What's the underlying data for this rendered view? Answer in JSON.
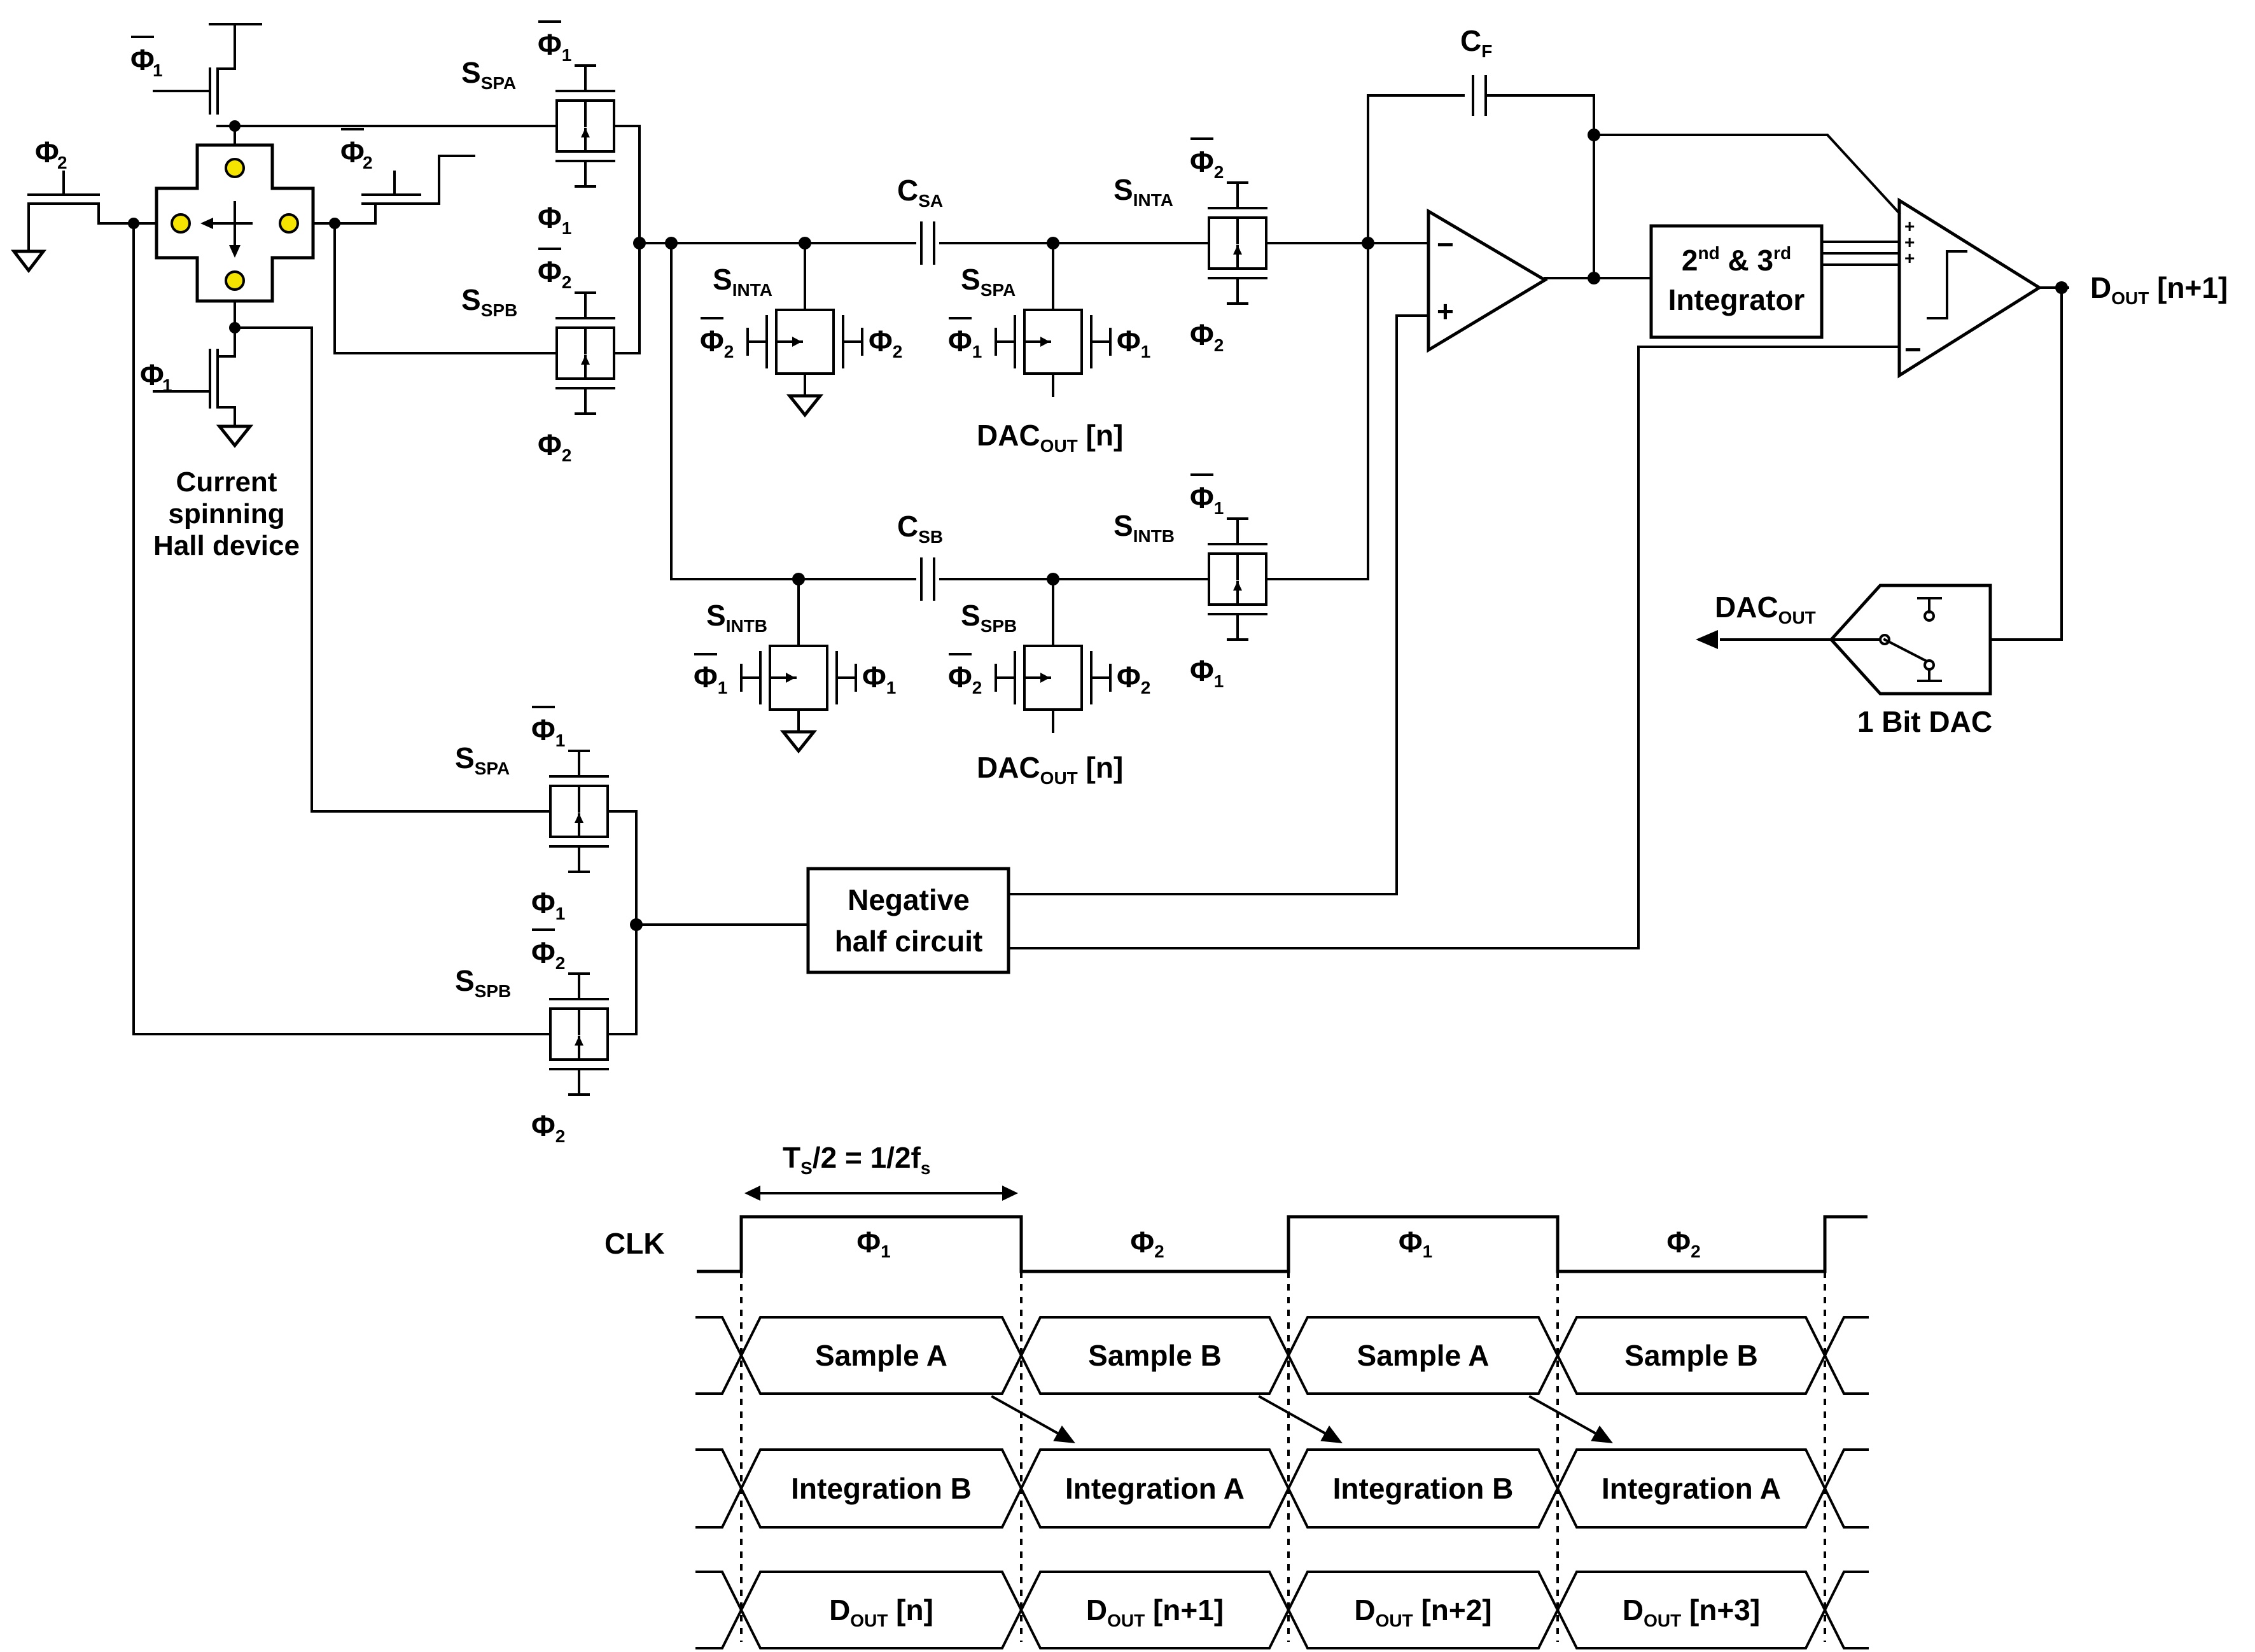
{
  "schematic": {
    "hall_label": [
      "Current",
      "spinning",
      "Hall device"
    ],
    "cap_sa": {
      "main": "C",
      "sub": "SA"
    },
    "cap_sb": {
      "main": "C",
      "sub": "SB"
    },
    "cap_f": {
      "main": "C",
      "sub": "F"
    },
    "sw_spa": {
      "main": "S",
      "sub": "SPA"
    },
    "sw_spb": {
      "main": "S",
      "sub": "SPB"
    },
    "sw_inta": {
      "main": "S",
      "sub": "INTA"
    },
    "sw_intb": {
      "main": "S",
      "sub": "INTB"
    },
    "phi1": {
      "main": "Φ",
      "sub": "1"
    },
    "phi2": {
      "main": "Φ",
      "sub": "2"
    },
    "dacout_n": {
      "main": "DAC",
      "sub": "OUT",
      "tail": " [n]"
    },
    "dacout": {
      "main": "DAC",
      "sub": "OUT"
    },
    "dout_next": {
      "main": "D",
      "sub": "OUT",
      "tail": " [n+1]"
    },
    "integrator": {
      "line1_a": "2",
      "line1_sup_a": "nd",
      "line1_b": " & 3",
      "line1_sup_b": "rd",
      "line2": "Integrator"
    },
    "negative_half": [
      "Negative",
      "half circuit"
    ],
    "one_bit_dac": "1 Bit DAC",
    "opamp_minus": "−",
    "opamp_plus": "+",
    "comp_plus": "+",
    "comp_minus": "−"
  },
  "timing": {
    "period_formula": {
      "ts": "T",
      "ts_sub": "S",
      "half": "/2 = 1/2f",
      "fs_sub": "s"
    },
    "clk_label": "CLK",
    "clk_phases": [
      "Φ1",
      "Φ2",
      "Φ1",
      "Φ2"
    ],
    "phase_main": "Φ",
    "phase_subs": [
      "1",
      "2",
      "1",
      "2"
    ],
    "row_sample": [
      "Sample A",
      "Sample B",
      "Sample A",
      "Sample B"
    ],
    "row_integration": [
      "Integration B",
      "Integration A",
      "Integration B",
      "Integration A"
    ],
    "row_dout_main": "D",
    "row_dout_sub": "OUT",
    "row_dout_tail": [
      " [n]",
      " [n+1]",
      " [n+2]",
      " [n+3]"
    ]
  }
}
